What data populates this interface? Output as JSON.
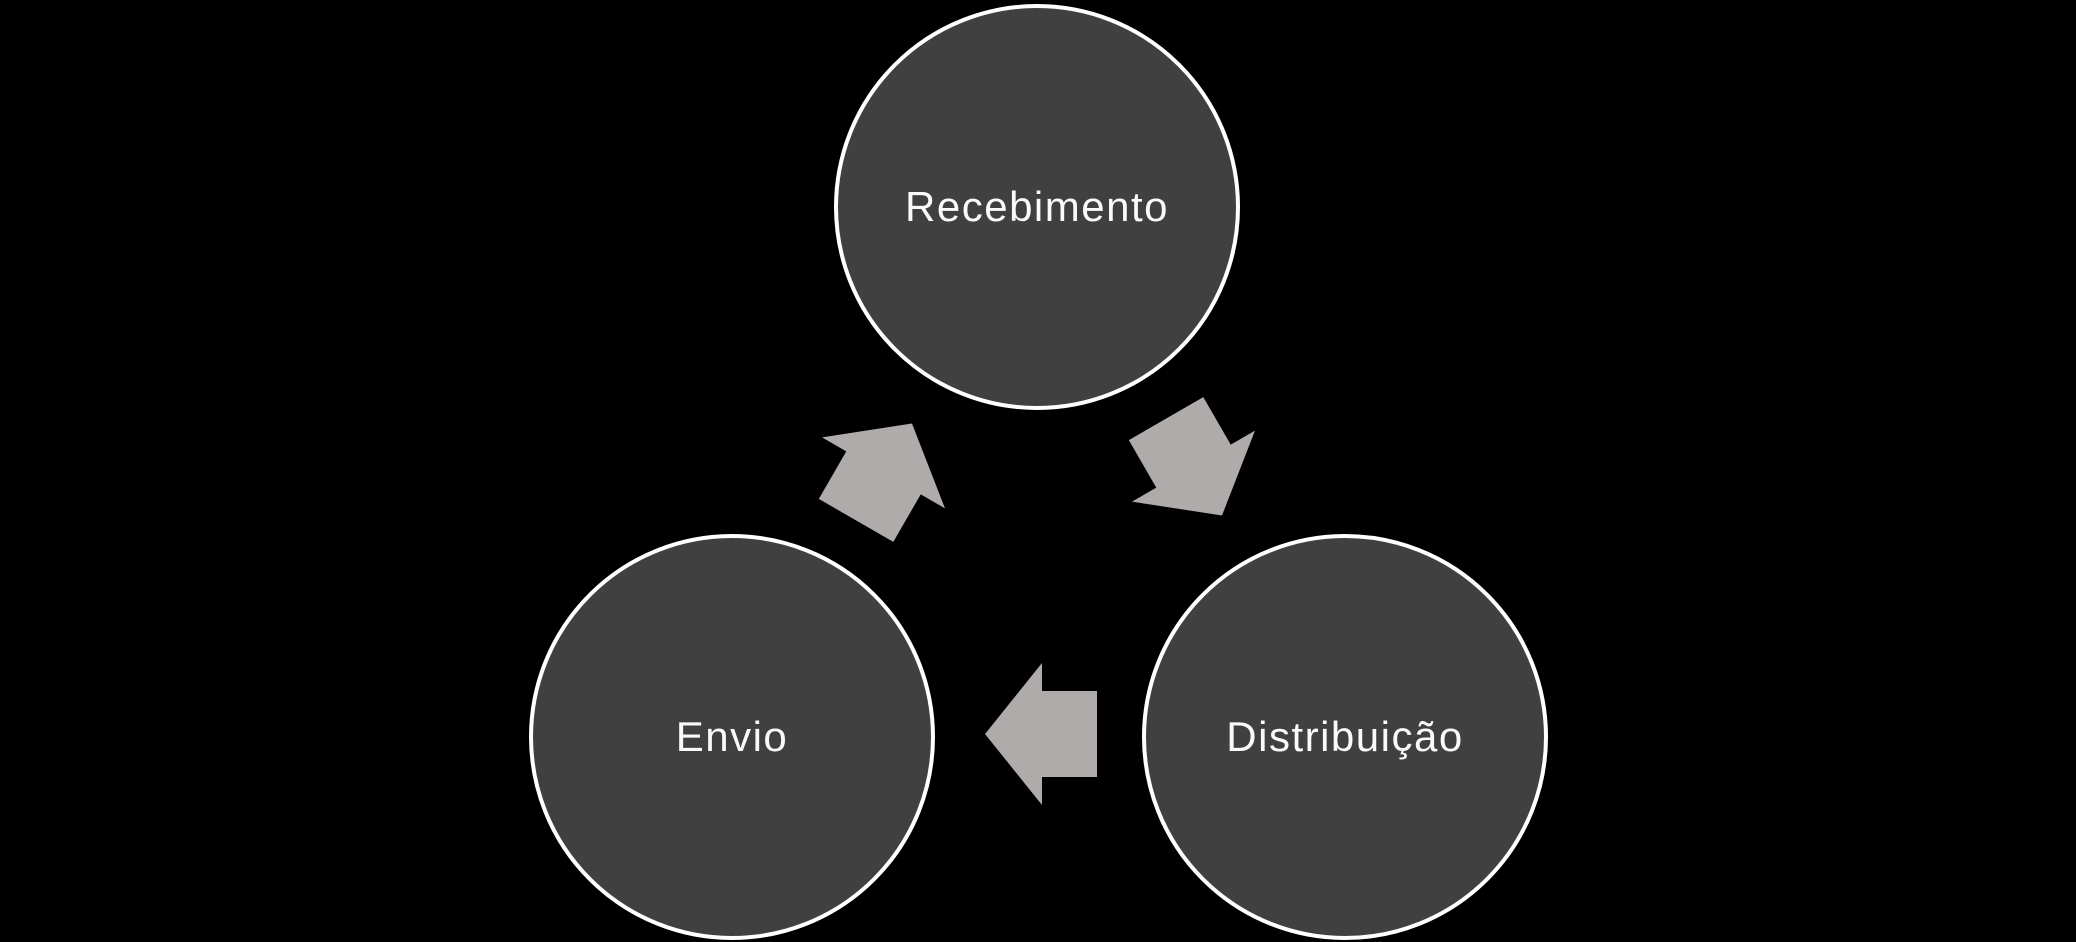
{
  "diagram": {
    "type": "cycle",
    "background_color": "#000000",
    "node_fill_color": "#404040",
    "node_border_color": "#ffffff",
    "node_text_color": "#fafafa",
    "arrow_color": "#afabaa",
    "nodes": [
      {
        "id": "recebimento",
        "label": "Recebimento",
        "position": "top"
      },
      {
        "id": "distribuicao",
        "label": "Distribuição",
        "position": "bottom-right"
      },
      {
        "id": "envio",
        "label": "Envio",
        "position": "bottom-left"
      }
    ],
    "edges": [
      {
        "from": "Recebimento",
        "to": "Distribuição",
        "direction": "down-right"
      },
      {
        "from": "Distribuição",
        "to": "Envio",
        "direction": "left"
      },
      {
        "from": "Envio",
        "to": "Recebimento",
        "direction": "up-right"
      }
    ]
  }
}
